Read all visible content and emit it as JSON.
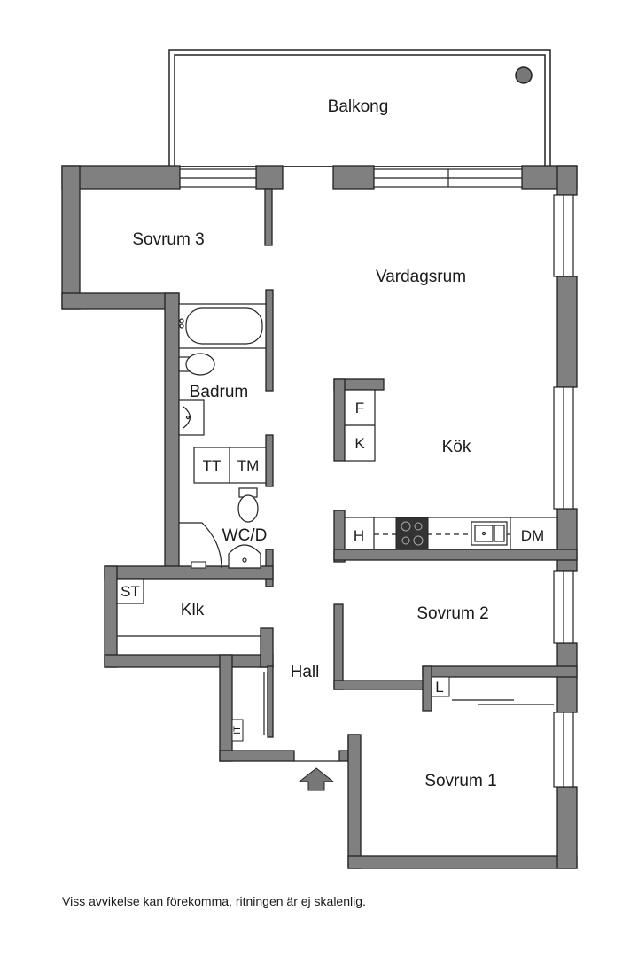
{
  "rooms": {
    "balkong": "Balkong",
    "sovrum3": "Sovrum 3",
    "vardagsrum": "Vardagsrum",
    "badrum": "Badrum",
    "kok": "Kök",
    "wc": "WC/D",
    "klk": "Klk",
    "sovrum2": "Sovrum 2",
    "hall": "Hall",
    "sovrum1": "Sovrum 1"
  },
  "fixtures": {
    "f": "F",
    "k": "K",
    "tt": "TT",
    "tm": "TM",
    "h": "H",
    "dm": "DM",
    "st": "ST",
    "l": "L",
    "it": "IT"
  },
  "disclaimer": "Viss avvikelse kan förekomma, ritningen är ej skalenlig.",
  "colors": {
    "wall": "#808080",
    "line": "#222222"
  }
}
